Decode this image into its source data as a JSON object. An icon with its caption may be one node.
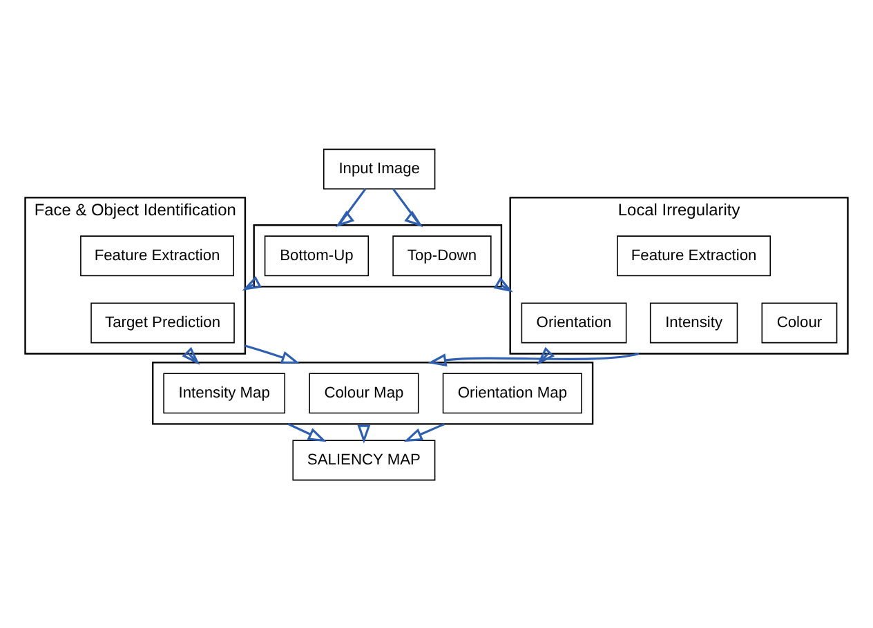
{
  "diagram": {
    "nodes": [
      {
        "text": [
          "Input Image"
        ]
      },
      {
        "text": [],
        "shape": "box"
      },
      {
        "text": [
          "Bottom-Up"
        ],
        "in": 1
      },
      {
        "text": [
          "Top-Down"
        ],
        "in": 1
      },
      {
        "text": [
          "Face & Object Identification"
        ]
      },
      {
        "text": [
          "Feature Extraction"
        ],
        "in": 4
      },
      {
        "text": [
          "Target Prediction"
        ],
        "in": 4
      },
      {
        "text": [
          "Local Irregularity"
        ]
      },
      {
        "text": [
          "Feature Extraction"
        ],
        "in": 7
      },
      {
        "text": [
          "Intensity"
        ],
        "in": 7
      },
      {
        "text": [
          "Colour"
        ],
        "in": 7
      },
      {
        "text": [
          "Orientation"
        ],
        "in": 7
      },
      {
        "text": [],
        "shape": "box"
      },
      {
        "text": [
          "Intensity Map"
        ],
        "in": 12
      },
      {
        "text": [
          "Colour Map"
        ],
        "in": 12
      },
      {
        "text": [
          "Orientation Map"
        ],
        "in": 12
      },
      {
        "text": [
          "SALIENCY MAP"
        ]
      }
    ],
    "edges": [
      {
        "from": 0,
        "to": 1,
        "arrow": "to"
      },
      {
        "from": 0,
        "to": 1,
        "arrow": "to"
      },
      {
        "from": 1,
        "to": 4,
        "arrow": "to"
      },
      {
        "from": 1,
        "to": 7,
        "arrow": "to"
      },
      {
        "from": 4,
        "to": 12,
        "arrow": "to"
      },
      {
        "from": 4,
        "to": 12,
        "arrow": "to"
      },
      {
        "from": 7,
        "to": 12,
        "arrow": "to"
      },
      {
        "from": 7,
        "to": 12,
        "arrow": "to"
      },
      {
        "from": 12,
        "to": 16,
        "arrow": "to"
      },
      {
        "from": 12,
        "to": 16,
        "arrow": "to"
      },
      {
        "from": 12,
        "to": 16,
        "arrow": "to"
      }
    ]
  }
}
